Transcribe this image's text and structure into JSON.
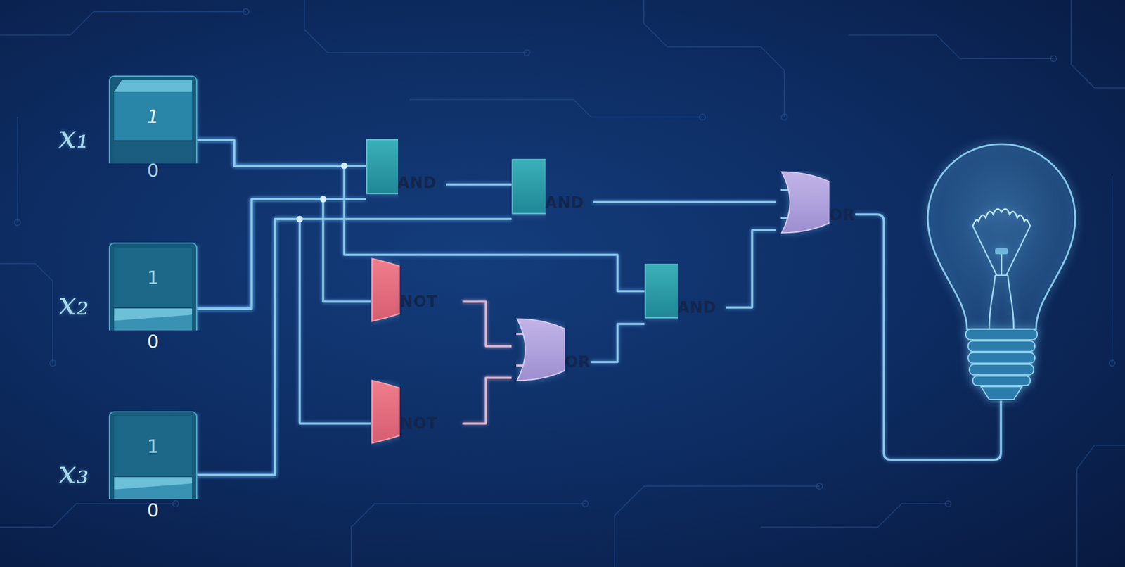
{
  "diagram": {
    "nodes": [
      {
        "text": [
          "x₁",
          "1",
          "0"
        ]
      },
      {
        "text": [
          "x₂",
          "1",
          "0"
        ]
      },
      {
        "text": [
          "x₃",
          "1",
          "0"
        ]
      },
      {
        "text": [
          "AND"
        ]
      },
      {
        "text": [
          "AND"
        ]
      },
      {
        "text": [
          "OR"
        ]
      },
      {
        "text": [
          "NOT"
        ]
      },
      {
        "text": [
          "AND"
        ]
      },
      {
        "text": [
          "OR"
        ]
      },
      {
        "text": [
          "NOT"
        ]
      }
    ],
    "edges": [
      {
        "from": 0,
        "to": 3,
        "arrow": "none"
      },
      {
        "from": 0,
        "to": 7,
        "arrow": "none"
      },
      {
        "from": 1,
        "to": 3,
        "arrow": "none"
      },
      {
        "from": 1,
        "to": 6,
        "arrow": "none"
      },
      {
        "from": 2,
        "to": 4,
        "arrow": "none"
      },
      {
        "from": 2,
        "to": 9,
        "arrow": "none"
      },
      {
        "from": 3,
        "to": 4,
        "arrow": "none"
      },
      {
        "from": 6,
        "to": 8,
        "arrow": "none"
      },
      {
        "from": 9,
        "to": 8,
        "arrow": "none"
      },
      {
        "from": 8,
        "to": 7,
        "arrow": "none"
      },
      {
        "from": 7,
        "to": 5,
        "arrow": "none"
      },
      {
        "from": 4,
        "to": 5,
        "arrow": "none"
      }
    ]
  }
}
